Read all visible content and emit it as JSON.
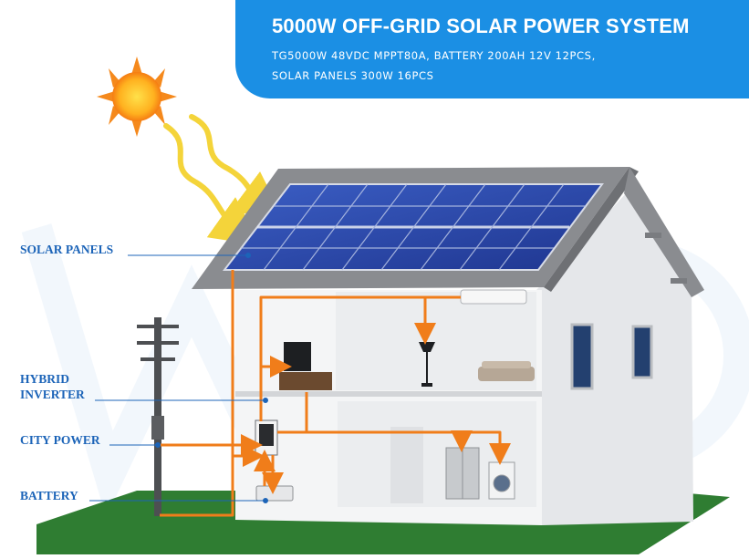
{
  "banner": {
    "title": "5000W OFF-GRID SOLAR POWER SYSTEM",
    "subtitle_line1": "TG5000W 48VDC MPPT80A, BATTERY 200AH 12V 12PCS,",
    "subtitle_line2": "SOLAR PANELS 300W 16PCS"
  },
  "callouts": {
    "solar_panels": "SOLAR PANELS",
    "hybrid_inverter_line1": "HYBRID",
    "hybrid_inverter_line2": "INVERTER",
    "city_power": "CITY POWER",
    "battery": "BATTERY"
  },
  "colors": {
    "banner_blue": "#1b8fe4",
    "callout_text": "#1c64b8",
    "wire_orange": "#f07d1a",
    "panel_blue": "#2c4aa8",
    "lawn_green": "#2f7d32"
  }
}
